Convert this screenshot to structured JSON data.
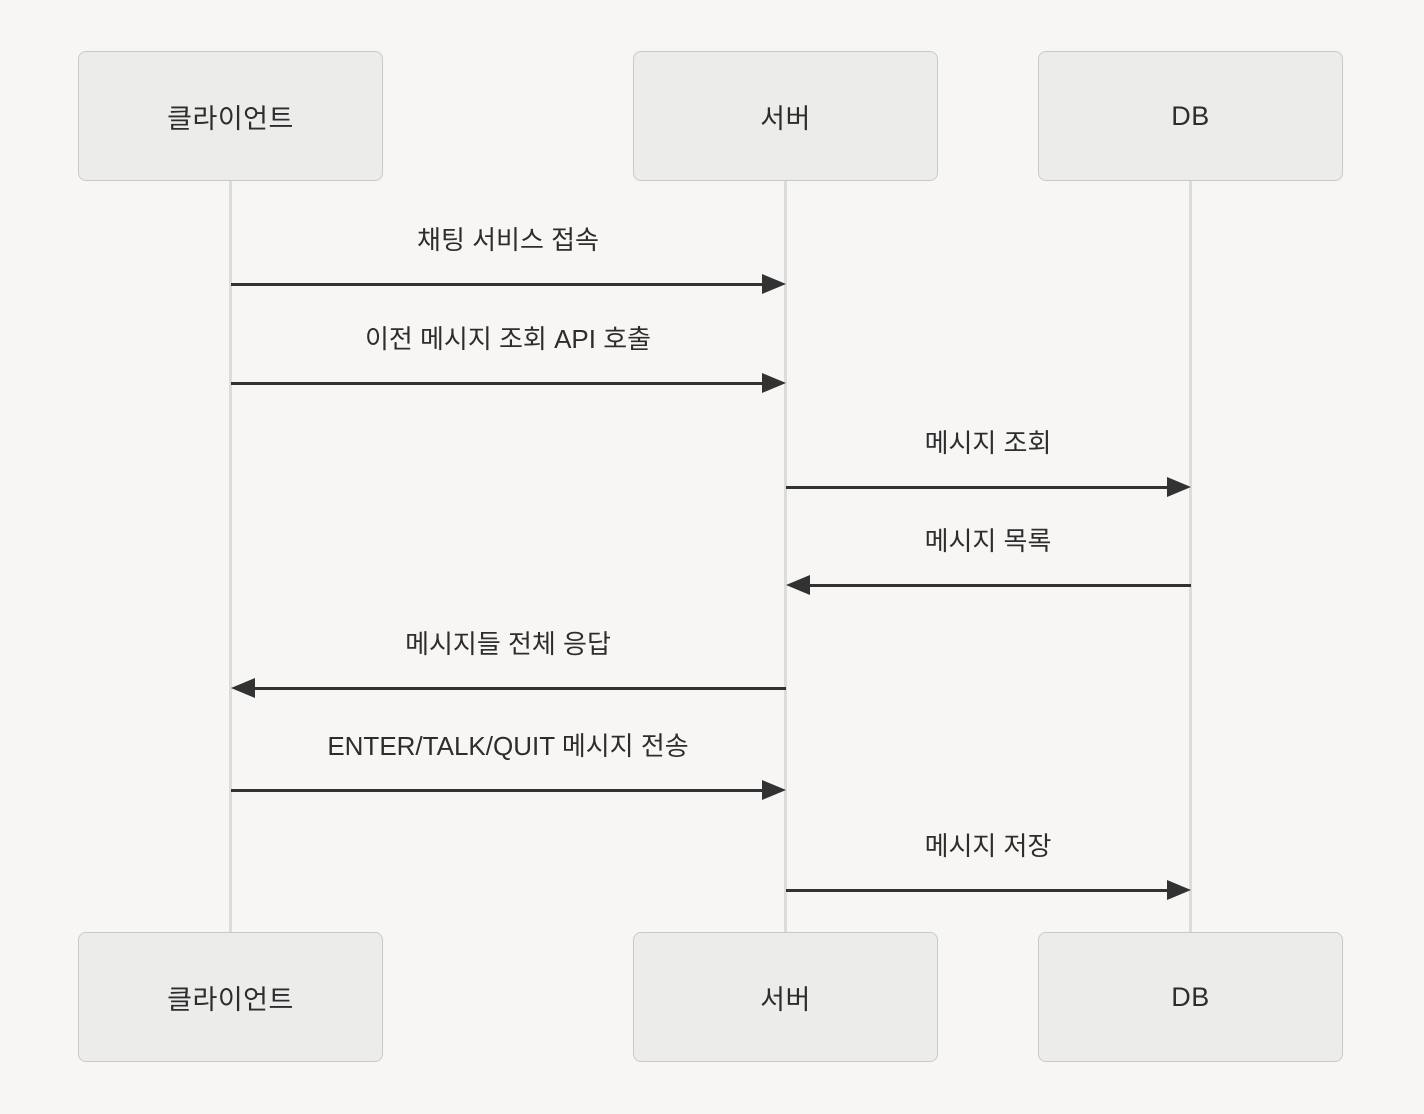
{
  "diagram": {
    "type": "sequence-diagram",
    "actors": [
      {
        "id": "client",
        "label": "클라이언트"
      },
      {
        "id": "server",
        "label": "서버"
      },
      {
        "id": "db",
        "label": "DB"
      }
    ],
    "messages": [
      {
        "from": "client",
        "to": "server",
        "label": "채팅 서비스 접속"
      },
      {
        "from": "client",
        "to": "server",
        "label": "이전 메시지 조회 API 호출"
      },
      {
        "from": "server",
        "to": "db",
        "label": "메시지 조회"
      },
      {
        "from": "db",
        "to": "server",
        "label": "메시지 목록"
      },
      {
        "from": "server",
        "to": "client",
        "label": "메시지들 전체 응답"
      },
      {
        "from": "client",
        "to": "server",
        "label": "ENTER/TALK/QUIT 메시지 전송"
      },
      {
        "from": "server",
        "to": "db",
        "label": "메시지 저장"
      }
    ],
    "colors": {
      "background": "#f7f6f4",
      "actor_fill": "#ececeb",
      "actor_border": "#c9c9c7",
      "lifeline": "#dcdcda",
      "arrow": "#323232",
      "text": "#2d2d2d"
    }
  }
}
